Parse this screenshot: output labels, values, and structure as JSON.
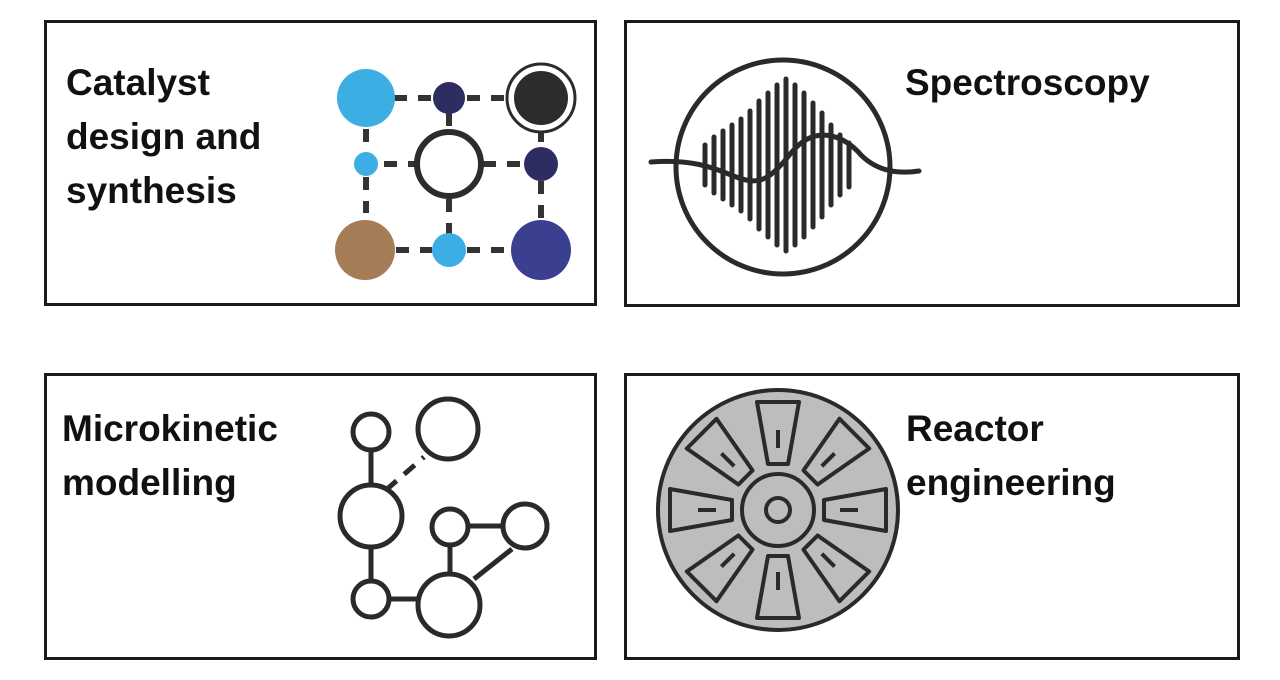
{
  "panels": [
    {
      "label": "Catalyst\ndesign and\nsynthesis",
      "icon": "catalyst-lattice-icon"
    },
    {
      "label": "Spectroscopy",
      "icon": "spectrum-wave-icon"
    },
    {
      "label": "Microkinetic\nmodelling",
      "icon": "reaction-network-icon"
    },
    {
      "label": "Reactor\nengineering",
      "icon": "reactor-cross-section-icon"
    }
  ],
  "colors": {
    "border": "#1a1a1a",
    "light_blue": "#3daee3",
    "navy": "#2e2d62",
    "dark": "#2c2c2c",
    "brown": "#a67c57",
    "royal_blue": "#3b3f8f",
    "reactor_fill": "#bdbdbd",
    "stroke": "#2a2a2a"
  }
}
